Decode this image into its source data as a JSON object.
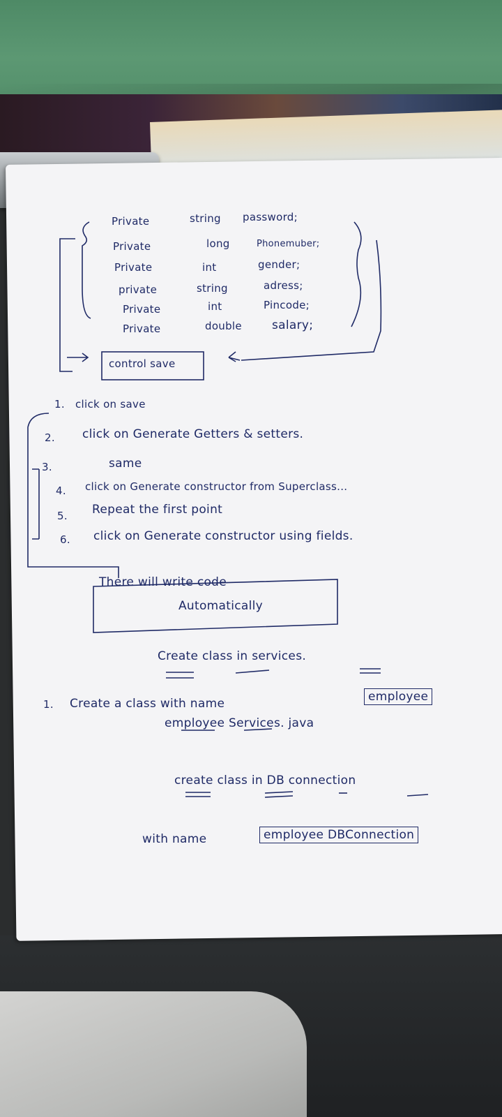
{
  "fields": [
    {
      "modifier": "Private",
      "type": "string",
      "name": "password;"
    },
    {
      "modifier": "Private",
      "type": "long",
      "name": "Phonemuber;"
    },
    {
      "modifier": "Private",
      "type": "int",
      "name": "gender;"
    },
    {
      "modifier": "private",
      "type": "string",
      "name": "adress;"
    },
    {
      "modifier": "Private",
      "type": "int",
      "name": "Pincode;"
    },
    {
      "modifier": "Private",
      "type": "double",
      "name": "salary;"
    }
  ],
  "control_save": "control save",
  "steps": [
    {
      "num": "1.",
      "text": "click on save"
    },
    {
      "num": "2.",
      "text": "click on Generate Getters & setters."
    },
    {
      "num": "3.",
      "text": "same"
    },
    {
      "num": "4.",
      "text": "click on Generate constructor from Superclass..."
    },
    {
      "num": "5.",
      "text": "Repeat the first point"
    },
    {
      "num": "6.",
      "text": "click on Generate constructor using fields."
    }
  ],
  "note_line1": "There will write code",
  "note_line2": "Automatically",
  "create_services": "Create class in services.",
  "step_create": {
    "num": "1.",
    "text": "Create a class with name",
    "boxed": "employee"
  },
  "employee_file": "employee Services. java",
  "create_db": "create class in DB connection",
  "db_name_prefix": "with name",
  "db_name": "employee DBConnection"
}
